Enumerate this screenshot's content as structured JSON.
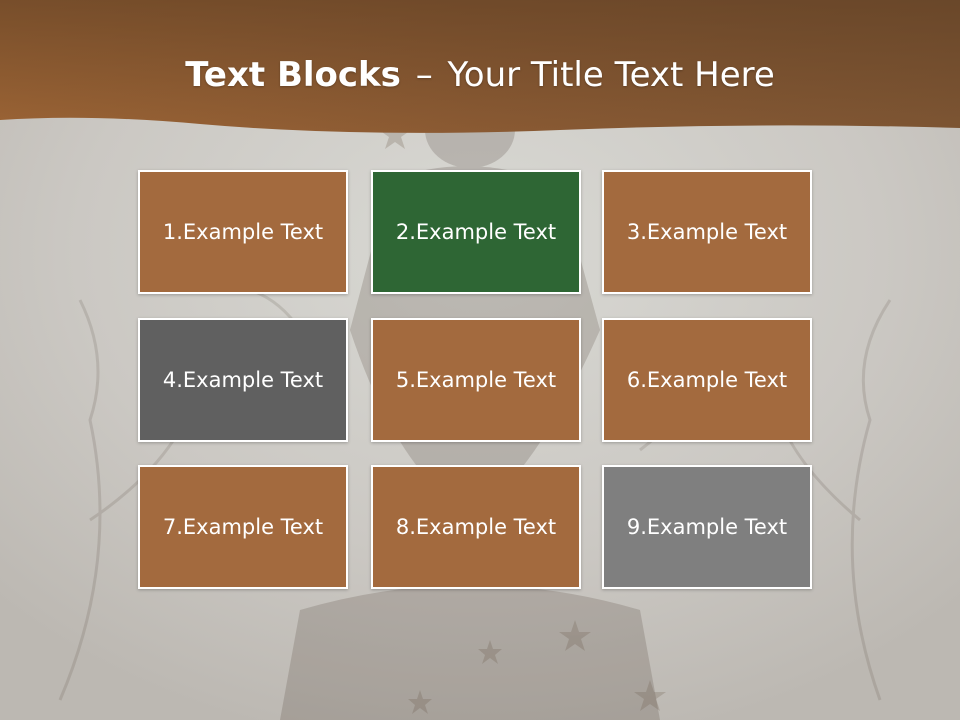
{
  "slide": {
    "title_bold": "Text Blocks",
    "title_separator": "–",
    "title_regular": "Your Title Text Here"
  },
  "colors": {
    "brown": "#a36a3e",
    "green": "#2e6634",
    "dark_gray": "#606060",
    "mid_gray": "#7f7f7f",
    "header_brown": "#8a5a33",
    "border": "#ffffff"
  },
  "blocks": [
    {
      "label": "1.Example Text",
      "color": "#a36a3e"
    },
    {
      "label": "2.Example Text",
      "color": "#2e6634"
    },
    {
      "label": "3.Example Text",
      "color": "#a36a3e"
    },
    {
      "label": "4.Example Text",
      "color": "#606060"
    },
    {
      "label": "5.Example Text",
      "color": "#a36a3e"
    },
    {
      "label": "6.Example Text",
      "color": "#a36a3e"
    },
    {
      "label": "7.Example Text",
      "color": "#a36a3e"
    },
    {
      "label": "8.Example Text",
      "color": "#a36a3e"
    },
    {
      "label": "9.Example Text",
      "color": "#7f7f7f"
    }
  ]
}
